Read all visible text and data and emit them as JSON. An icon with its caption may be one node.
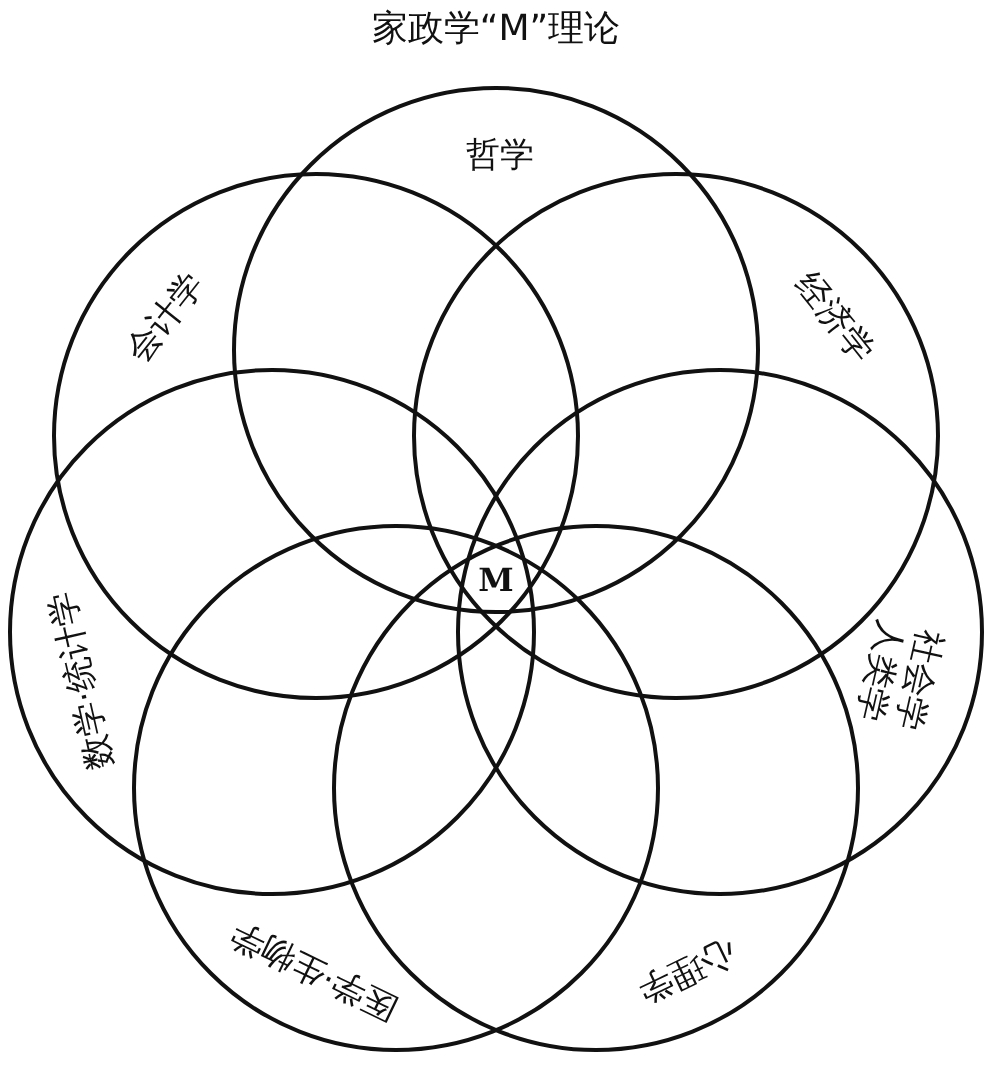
{
  "diagram": {
    "title": "家政学“M”理论",
    "nodes": [
      {
        "text": [
          "哲学"
        ]
      },
      {
        "text": [
          "经济学"
        ]
      },
      {
        "text": [
          "社会学人类学"
        ]
      },
      {
        "text": [
          "心理学"
        ]
      },
      {
        "text": [
          "医学·生物学"
        ]
      },
      {
        "text": [
          "数学·统计学"
        ]
      },
      {
        "text": [
          "会计学"
        ]
      }
    ],
    "labels": [
      "M"
    ]
  }
}
